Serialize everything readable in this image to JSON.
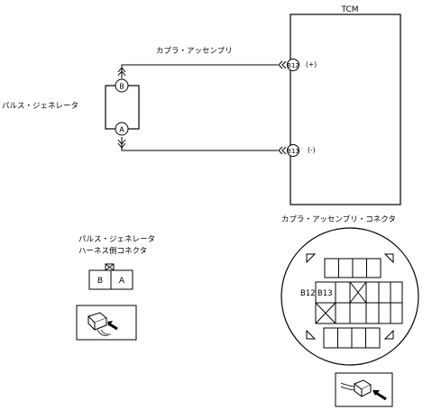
{
  "tcm": {
    "label": "TCM"
  },
  "coupler_assembly": {
    "label": "カプラ・アッセンブリ"
  },
  "pins": {
    "b12": {
      "id": "B12",
      "polarity": "(+)"
    },
    "b13": {
      "id": "B13",
      "polarity": "(-)"
    }
  },
  "pulse_generator": {
    "label": "パルス・ジェネレータ",
    "terminal_a": "A",
    "terminal_b": "B"
  },
  "harness_connector": {
    "title_line1": "パルス・ジェネレータ",
    "title_line2": "ハーネス側コネクタ",
    "cell_b": "B",
    "cell_a": "A"
  },
  "coupler_connector": {
    "title": "カプラ・アッセンブリ・コネクタ",
    "cell_b12": "B12",
    "cell_b13": "B13"
  },
  "icons": [
    "plug-view-arrow-icon",
    "plug-view-arrow-icon"
  ]
}
